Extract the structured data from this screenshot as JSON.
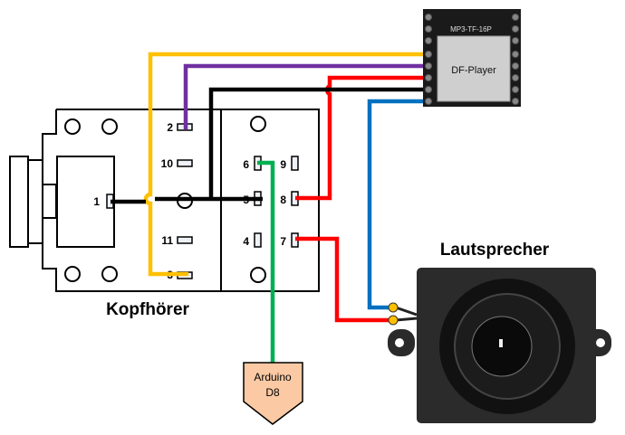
{
  "headphone_jack": {
    "title": "Kopfhörer",
    "pins": [
      "1",
      "2",
      "10",
      "11",
      "3",
      "6",
      "9",
      "5",
      "8",
      "4",
      "7"
    ]
  },
  "dfplayer": {
    "label": "DF-Player",
    "board_text": "MP3-TF-16P"
  },
  "speaker": {
    "title": "Lautsprecher",
    "terminal_minus": "−",
    "terminal_plus": "+"
  },
  "arduino": {
    "line1": "Arduino",
    "line2": "D8"
  },
  "wires": {
    "yellow": "#ffc000",
    "purple": "#7030a0",
    "red": "#ff0000",
    "black": "#000000",
    "blue": "#0070c0",
    "green": "#00b050"
  }
}
